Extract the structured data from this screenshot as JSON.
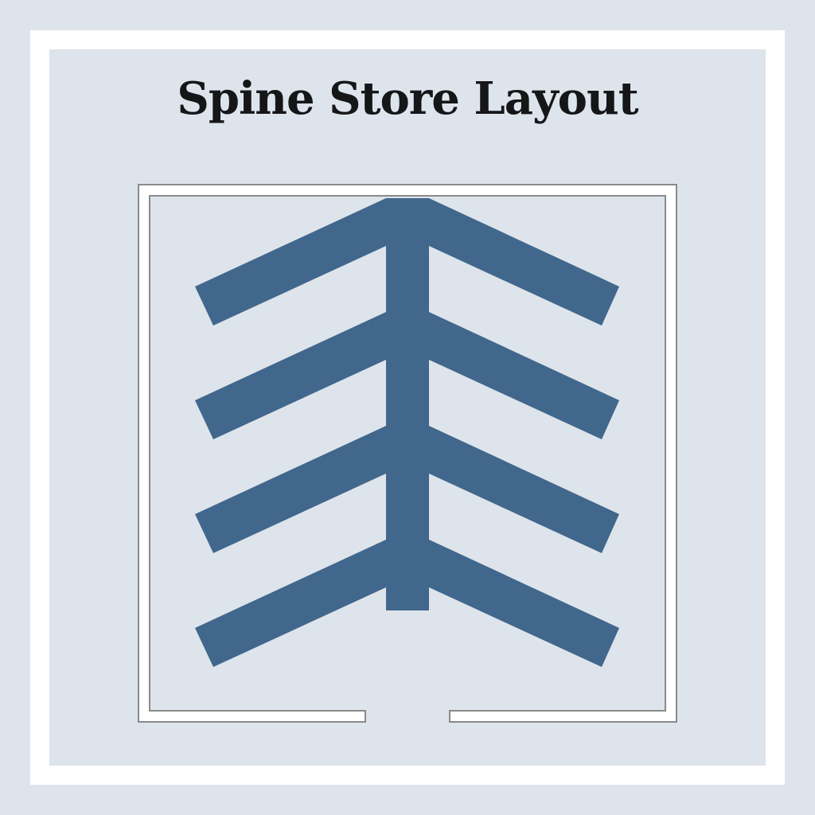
{
  "title": "Spine Store Layout",
  "colors": {
    "background": "#dee4eb",
    "frame": "#ffffff",
    "wall_stroke": "#8a8a8a",
    "spine": "#41678c",
    "title": "#141618"
  },
  "floor_plan": {
    "rib_rows": 4,
    "ribs_per_row": 2,
    "entrance": "bottom-center"
  }
}
